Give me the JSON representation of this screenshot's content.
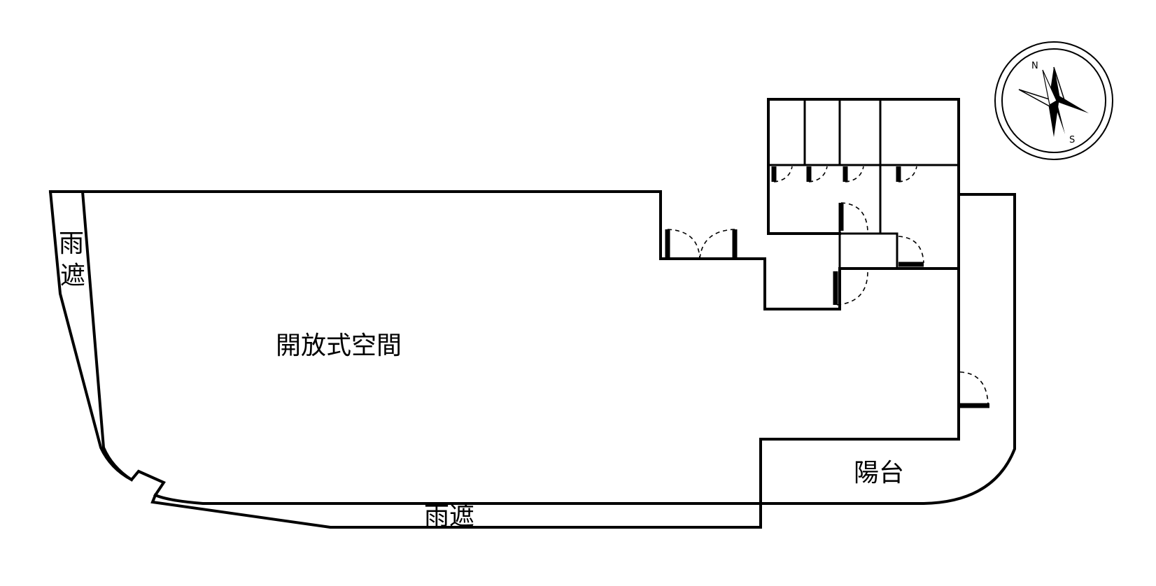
{
  "labels": {
    "open_space": "開放式空間",
    "canopy_left_1": "雨",
    "canopy_left_2": "遮",
    "canopy_bottom": "雨遮",
    "balcony": "陽台"
  },
  "compass": {
    "north": "N",
    "south": "S"
  }
}
